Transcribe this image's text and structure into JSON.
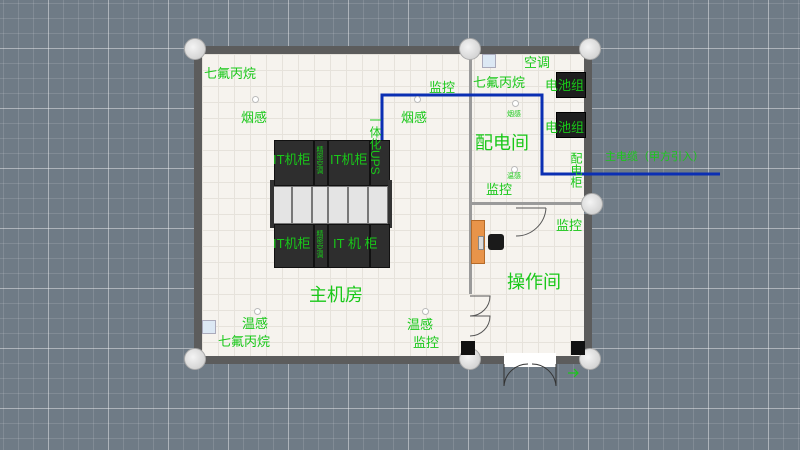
{
  "rooms": {
    "main": "主机房",
    "power": "配电间",
    "operation": "操作间"
  },
  "labels": {
    "fire_top_left": "七氟丙烷",
    "fire_bottom_left": "七氟丙烷",
    "fire_power_room": "七氟丙烷",
    "smoke_left": "烟感",
    "smoke_right": "烟感",
    "temp_left": "温感",
    "temp_right": "温感",
    "monitor_top": "监控",
    "monitor_bottom": "监控",
    "monitor_power": "监控",
    "monitor_op": "监控",
    "aircon": "空调",
    "battery_1": "电池组",
    "battery_2": "电池组",
    "distribution_cabinet": "配电柜",
    "ups": "一体化UPS",
    "it_cabinet_tl": "IT机柜",
    "it_cabinet_tr": "IT机柜",
    "it_cabinet_bl": "IT机柜",
    "it_cabinet_br": "IT 机 柜",
    "precision_ac_1": "精密空调",
    "precision_ac_2": "精密空调",
    "smoke_tiny": "烟感",
    "temp_tiny": "温感",
    "main_cable": "主电缆（甲方引入）"
  },
  "colors": {
    "label_green": "#19c819",
    "cable_blue": "#0b2fb3",
    "wall": "#5c5c5c"
  }
}
